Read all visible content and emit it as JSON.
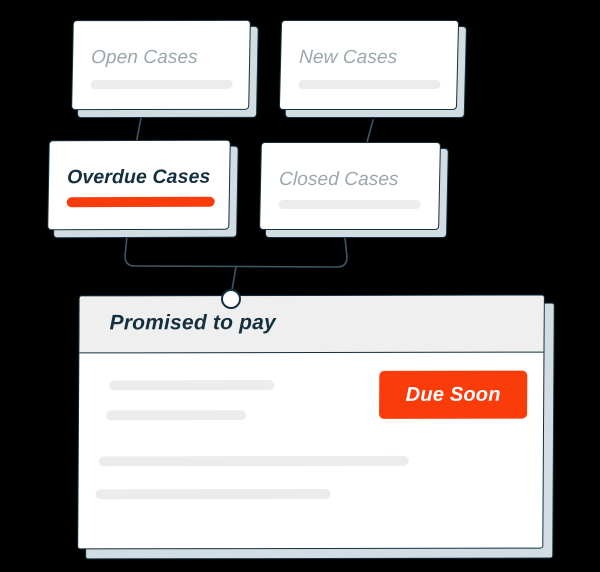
{
  "diagram": {
    "background_color": "#000000",
    "accent_color": "#fa3c0a",
    "ink_color": "#14303f",
    "muted_text_color": "#9aa7ad",
    "placeholder_color": "#ececec",
    "cards": [
      {
        "id": "open-cases",
        "label": "Open Cases",
        "state": "inactive",
        "bar_color": "#ececec"
      },
      {
        "id": "new-cases",
        "label": "New Cases",
        "state": "inactive",
        "bar_color": "#ececec"
      },
      {
        "id": "overdue-cases",
        "label": "Overdue Cases",
        "state": "active",
        "bar_color": "#fa3c0a"
      },
      {
        "id": "closed-cases",
        "label": "Closed Cases",
        "state": "inactive",
        "bar_color": "#ececec"
      }
    ],
    "node": {
      "name": "junction-node",
      "shape": "circle"
    },
    "panel": {
      "title": "Promised to pay",
      "header_color": "#efefef",
      "body_color": "#ffffff",
      "badge": {
        "label": "Due Soon",
        "color": "#fa3c0a",
        "text_color": "#ffffff"
      },
      "placeholder_rows": 4
    }
  }
}
